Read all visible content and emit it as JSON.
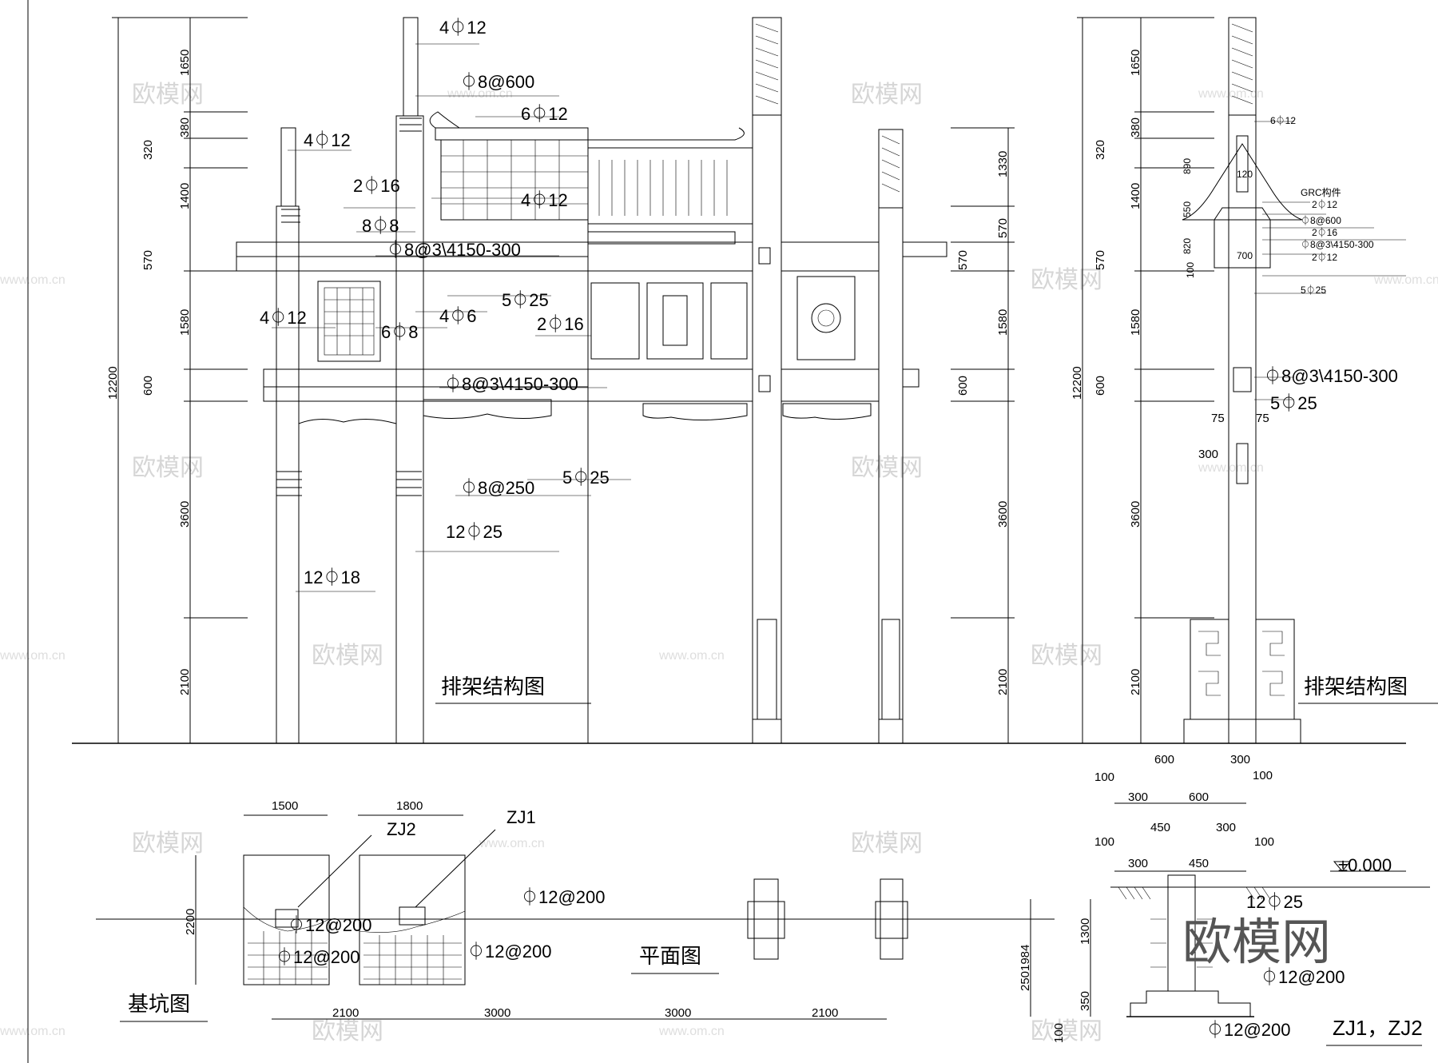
{
  "watermark": {
    "brand": "欧模网",
    "url": "www.om.cn"
  },
  "titles": {
    "frame_front": "排架结构图",
    "frame_side": "排架结构图",
    "plan": "平面图",
    "pit": "基坑图",
    "footing": "ZJ1，ZJ2"
  },
  "dims_left": [
    "1650",
    "380",
    "320",
    "1400",
    "570",
    "1580",
    "600",
    "3600",
    "2100"
  ],
  "dim_total": "12200",
  "dims_right": [
    "1330",
    "570",
    "1580",
    "600",
    "3600",
    "2100"
  ],
  "dims_side": [
    "1650",
    "380",
    "320",
    "1400",
    "570",
    "1580",
    "600",
    "3600",
    "2100"
  ],
  "dim_total_side": "12200",
  "side_small_dims": [
    "890",
    "550",
    "820",
    "100"
  ],
  "rebar_front": [
    "4⏀12",
    "⏀8@600",
    "6⏀12",
    "4⏀12",
    "2⏀16",
    "4⏀12",
    "8⏀8",
    "⏀8@3\\4150-300",
    "5⏀25",
    "4⏀12",
    "6⏀8",
    "4⏀6",
    "2⏀16",
    "⏀8@3\\4150-300",
    "5⏀25",
    "⏀8@250",
    "12⏀25",
    "12⏀18"
  ],
  "rebar_side": {
    "small": [
      "6⏀12",
      "GRC构件",
      "2⏀12",
      "⏀8@600",
      "2⏀16",
      "⏀8@3\\4150-300",
      "2⏀12",
      "5⏀25"
    ],
    "large": [
      "⏀8@3\\4150-300",
      "5⏀25"
    ],
    "dims": [
      "120",
      "700",
      "75",
      "75",
      "300",
      "600",
      "300",
      "100"
    ]
  },
  "pit": {
    "top_dims": [
      "1500",
      "1800"
    ],
    "labels": [
      "ZJ2",
      "ZJ1"
    ],
    "side_dim": "2200",
    "rebar": [
      "⏀12@200",
      "⏀12@200",
      "⏀12@200",
      "⏀12@200"
    ],
    "bottom_dims": [
      "2100",
      "3000",
      "3000",
      "2100"
    ]
  },
  "footing": {
    "top_dims": [
      "100",
      "300",
      "600",
      "450",
      "300",
      "100",
      "100",
      "300",
      "450"
    ],
    "level": "±0.000",
    "rebar": [
      "12⏀25",
      "⏀12@200",
      "⏀12@200"
    ],
    "vert_dims": [
      "1984",
      "1300",
      "250",
      "350",
      "100"
    ]
  }
}
